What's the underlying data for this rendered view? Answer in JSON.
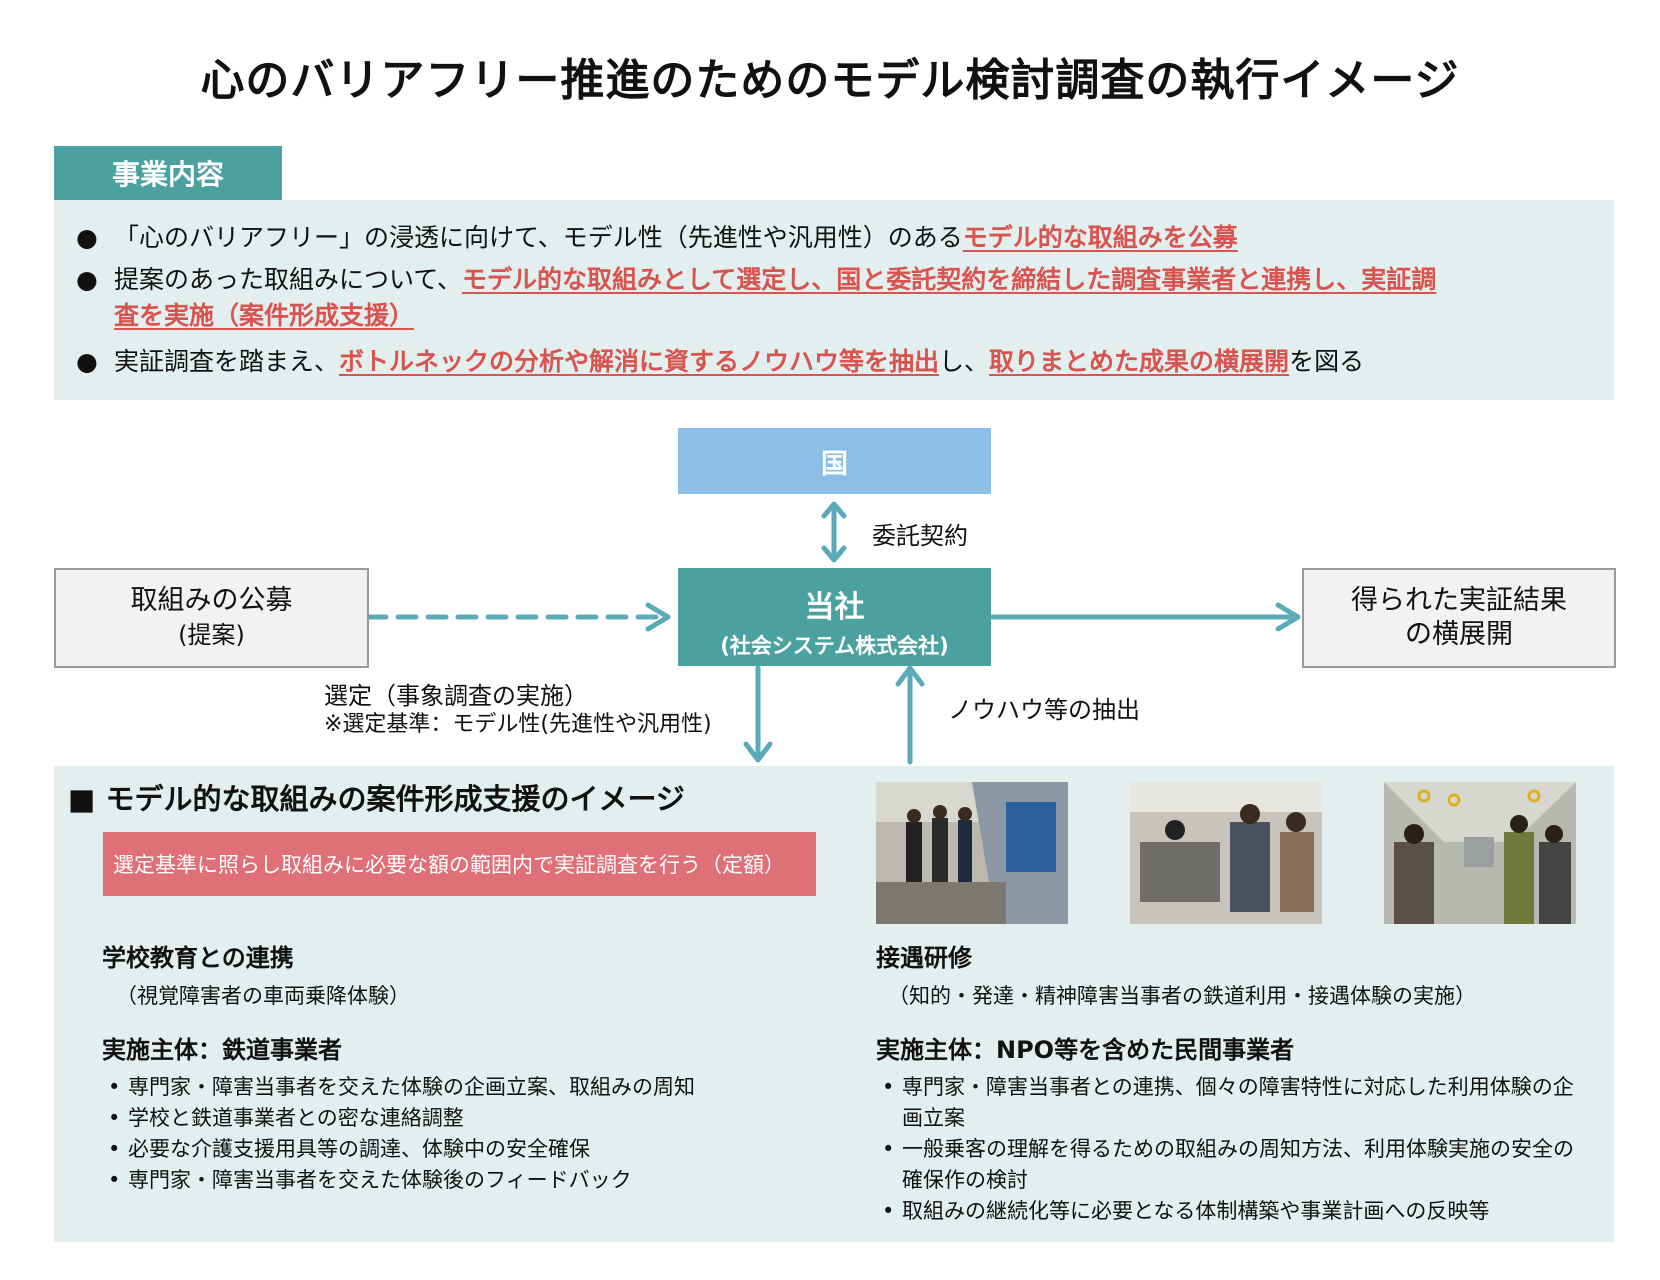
{
  "title": "心のバリアフリー推進のためのモデル検討調査の執行イメージ",
  "section_tag": "事業内容",
  "overview": {
    "bullet_glyph": "●",
    "items": [
      {
        "plain1": "「心のバリアフリー」の浸透に向けて、モデル性（先進性や汎用性）のある",
        "hl1": "モデル的な取組みを公募"
      },
      {
        "plain1": "提案のあった取組みについて、",
        "hl1": "モデル的な取組みとして選定し、国と委託契約を締結した調査事業者と連携し、実証調",
        "hl2": "査を実施（案件形成支援）"
      },
      {
        "plain1": "実証調査を踏まえ、",
        "hl1": "ボトルネックの分析や解消に資するノウハウ等を抽出",
        "plain2": "し、",
        "hl2": "取りまとめた成果の横展開",
        "plain3": "を図る"
      }
    ]
  },
  "diagram": {
    "country": "国",
    "contract_label": "委託契約",
    "company_main": "当社",
    "company_sub": "(社会システム株式会社)",
    "left_box_line1": "取組みの公募",
    "left_box_line2": "(提案)",
    "right_box_line1": "得られた実証結果",
    "right_box_line2": "の横展開",
    "selection_label": "選定（事象調査の実施）",
    "selection_note": "※選定基準：モデル性(先進性や汎用性)",
    "knowhow_label": "ノウハウ等の抽出"
  },
  "support": {
    "title": "■ モデル的な取組みの案件形成支援のイメージ",
    "banner": "選定基準に照らし取組みに必要な額の範囲内で実証調査を行う（定額）",
    "left": {
      "heading": "学校教育との連携",
      "sub": "（視覚障害者の車両乗降体験）",
      "actor": "実施主体：鉄道事業者",
      "items": [
        "専門家・障害当事者を交えた体験の企画立案、取組みの周知",
        "学校と鉄道事業者との密な連絡調整",
        "必要な介護支援用具等の調達、体験中の安全確保",
        "専門家・障害当事者を交えた体験後のフィードバック"
      ]
    },
    "right": {
      "heading": "接遇研修",
      "sub": "（知的・発達・精神障害当事者の鉄道利用・接遇体験の実施）",
      "actor": "実施主体：NPO等を含めた民間事業者",
      "items": [
        "専門家・障害当事者との連携、個々の障害特性に対応した利用体験の企画立案",
        "一般乗客の理解を得るための取組みの周知方法、利用体験実施の安全の確保作の検討",
        "取組みの継続化等に必要となる体制構築や事業計画への反映等"
      ]
    }
  },
  "colors": {
    "teal": "#4aa1a0",
    "light_teal_bg": "#e2efee",
    "blue": "#8cbde6",
    "highlight_red": "#d9534f",
    "banner_pink": "#e07078",
    "arrow": "#5aaab8"
  }
}
